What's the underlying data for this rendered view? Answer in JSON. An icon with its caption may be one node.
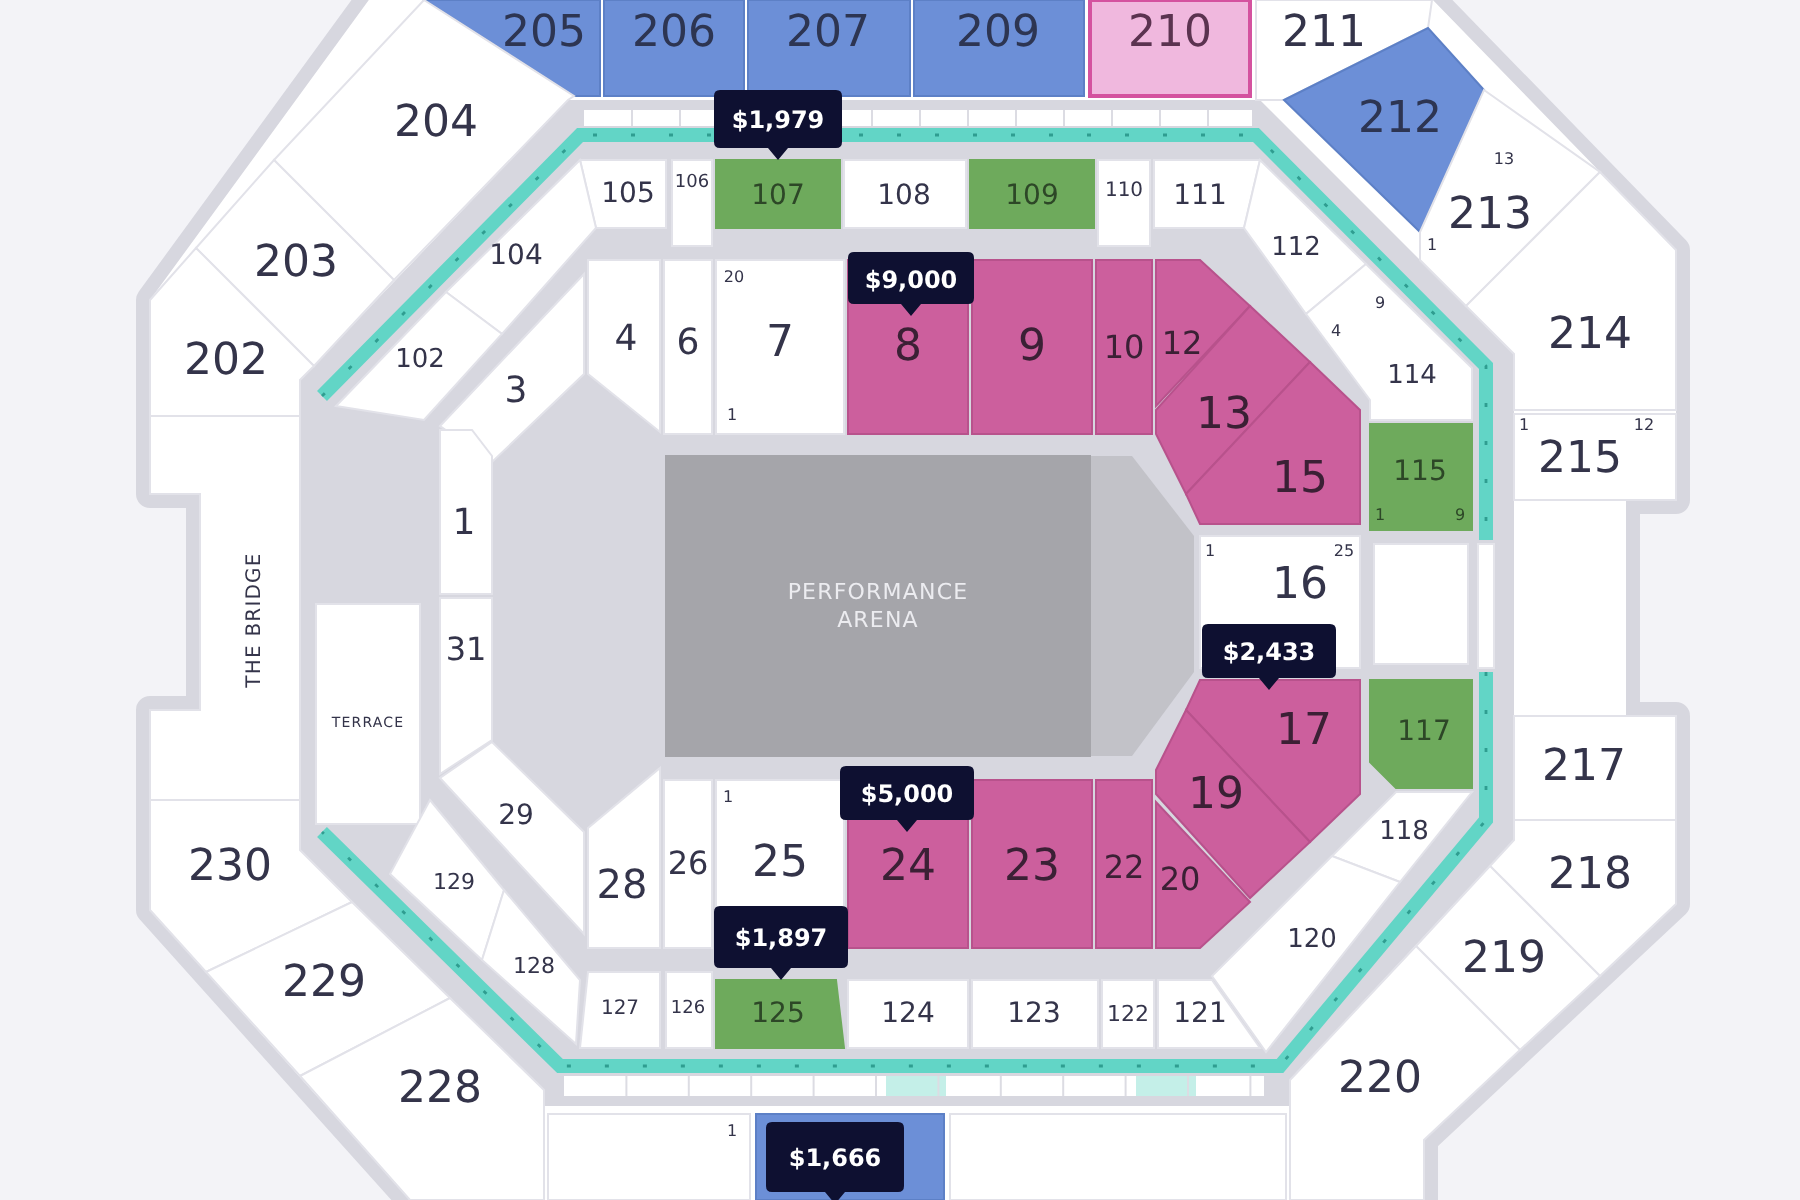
{
  "diagram": {
    "nodes": [
      {
        "text": [
          "205"
        ]
      },
      {
        "text": [
          "206"
        ]
      },
      {
        "text": [
          "207"
        ]
      },
      {
        "text": [
          "209"
        ]
      },
      {
        "text": [
          "210"
        ]
      },
      {
        "text": [
          "211"
        ]
      },
      {
        "text": [
          "204"
        ]
      },
      {
        "text": [
          "212"
        ]
      },
      {
        "text": [
          "$1,979"
        ]
      },
      {
        "text": [
          "105"
        ]
      },
      {
        "text": [
          "106"
        ]
      },
      {
        "text": [
          "107"
        ]
      },
      {
        "text": [
          "108"
        ]
      },
      {
        "text": [
          "109"
        ]
      },
      {
        "text": [
          "110"
        ]
      },
      {
        "text": [
          "111"
        ]
      },
      {
        "text": [
          "13",
          "213",
          "1"
        ]
      },
      {
        "text": [
          "203"
        ]
      },
      {
        "text": [
          "104"
        ]
      },
      {
        "text": [
          "112"
        ]
      },
      {
        "text": [
          "$9,000"
        ]
      },
      {
        "text": [
          "202"
        ]
      },
      {
        "text": [
          "102"
        ]
      },
      {
        "text": [
          "3"
        ]
      },
      {
        "text": [
          "4"
        ]
      },
      {
        "text": [
          "6"
        ]
      },
      {
        "text": [
          "20",
          "7",
          "1"
        ]
      },
      {
        "text": [
          "8"
        ]
      },
      {
        "text": [
          "9"
        ]
      },
      {
        "text": [
          "10"
        ]
      },
      {
        "text": [
          "12"
        ]
      },
      {
        "text": [
          "214"
        ]
      },
      {
        "text": [
          "9",
          "4",
          "114"
        ]
      },
      {
        "text": [
          "13"
        ]
      },
      {
        "text": [
          "1",
          "12",
          "215"
        ]
      },
      {
        "text": [
          "1"
        ]
      },
      {
        "text": [
          "15"
        ]
      },
      {
        "text": [
          "115",
          "1",
          "9"
        ]
      },
      {
        "text": [
          "PERFORMANCE ARENA"
        ]
      },
      {
        "text": [
          "1",
          "25",
          "16"
        ]
      },
      {
        "text": [],
        "shape": "box"
      },
      {
        "text": [
          "THE BRIDGE"
        ]
      },
      {
        "text": [
          "31"
        ]
      },
      {
        "text": [
          "$2,433"
        ]
      },
      {
        "text": [
          "17"
        ]
      },
      {
        "text": [
          "TERRACE"
        ]
      },
      {
        "text": [
          "117"
        ]
      },
      {
        "text": [
          "217"
        ]
      },
      {
        "text": [
          "19"
        ]
      },
      {
        "text": [
          "$5,000"
        ]
      },
      {
        "text": [
          "29"
        ]
      },
      {
        "text": [
          "118"
        ]
      },
      {
        "text": [
          "230"
        ]
      },
      {
        "text": [
          "1",
          "25"
        ]
      },
      {
        "text": [
          "26"
        ]
      },
      {
        "text": [
          "28"
        ]
      },
      {
        "text": [
          "24"
        ]
      },
      {
        "text": [
          "23"
        ]
      },
      {
        "text": [
          "22"
        ]
      },
      {
        "text": [
          "20"
        ]
      },
      {
        "text": [
          "218"
        ]
      },
      {
        "text": [
          "129"
        ]
      },
      {
        "text": [
          "120"
        ]
      },
      {
        "text": [
          "$1,897"
        ]
      },
      {
        "text": [
          "229"
        ]
      },
      {
        "text": [
          "128"
        ]
      },
      {
        "text": [
          "219"
        ]
      },
      {
        "text": [
          "127"
        ]
      },
      {
        "text": [
          "126"
        ]
      },
      {
        "text": [
          "125"
        ]
      },
      {
        "text": [
          "124"
        ]
      },
      {
        "text": [
          "123"
        ]
      },
      {
        "text": [
          "122"
        ]
      },
      {
        "text": [
          "121"
        ]
      },
      {
        "text": [
          "228"
        ]
      },
      {
        "text": [
          "220"
        ]
      },
      {
        "text": [
          "1"
        ]
      },
      {
        "text": [],
        "shape": "box"
      },
      {
        "text": [
          "$1,666"
        ],
        "in": 77
      },
      {
        "text": [],
        "shape": "box"
      }
    ]
  }
}
